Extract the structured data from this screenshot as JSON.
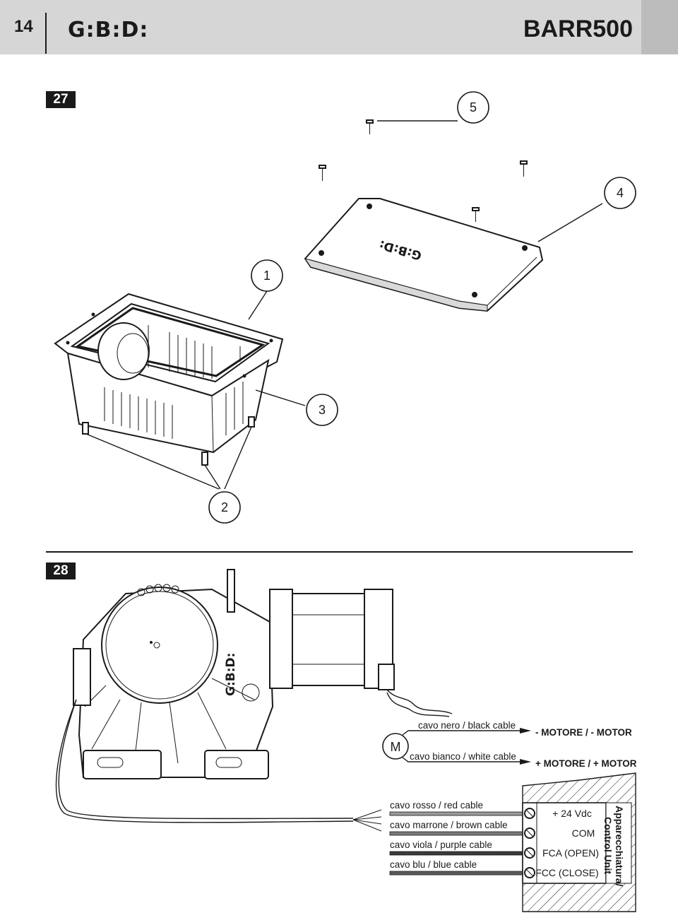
{
  "header": {
    "page_number": "14",
    "logo": "G:B:D:",
    "model": "BARR500"
  },
  "figures": [
    {
      "label": "27",
      "callouts": [
        "1",
        "2",
        "3",
        "4",
        "5"
      ]
    },
    {
      "label": "28",
      "motor_symbol": "M",
      "motor_cables": [
        {
          "label": "cavo nero / black cable",
          "terminal": "- MOTORE / - MOTOR"
        },
        {
          "label": "cavo bianco / white cable",
          "terminal": "+ MOTORE / + MOTOR"
        }
      ],
      "control_cables": [
        {
          "label": "cavo rosso / red cable",
          "terminal": "+ 24 Vdc",
          "color": "#9a9a9a"
        },
        {
          "label": "cavo marrone / brown cable",
          "terminal": "COM",
          "color": "#7a7a7a"
        },
        {
          "label": "cavo viola / purple cable",
          "terminal": "FCA (OPEN)",
          "color": "#3a3a3a"
        },
        {
          "label": "cavo blu / blue cable",
          "terminal": "FCC (CLOSE)",
          "color": "#5a5a5a"
        }
      ],
      "control_unit": [
        "Apparecchiatura/",
        "Control Unit"
      ],
      "logo_mark": "G:B:D:"
    }
  ]
}
